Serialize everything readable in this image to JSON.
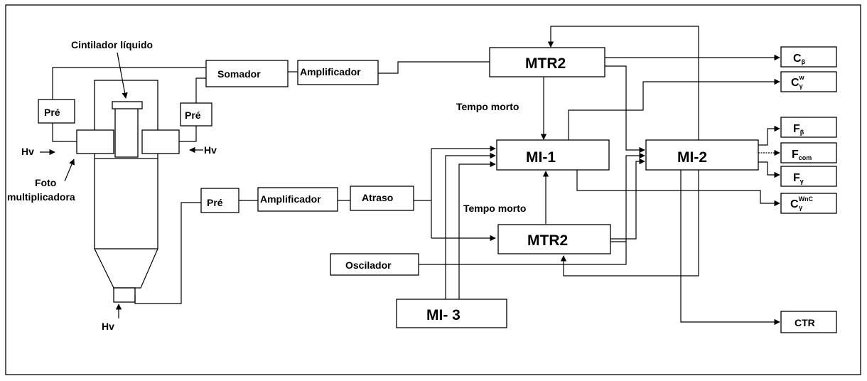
{
  "labels": {
    "cintilador": "Cintilador líquido",
    "somador": "Somador",
    "amplificador_top": "Amplificador",
    "mtr2_top": "MTR2",
    "pre_left": "Pré",
    "pre_right": "Pré",
    "pre_mid": "Pré",
    "amplificador_mid": "Amplificador",
    "atraso": "Atraso",
    "hv_left": "Hv",
    "hv_right": "Hv",
    "hv_bottom": "Hv",
    "foto": "Foto",
    "multiplicadora": "multiplicadora",
    "tempo_morto_1": "Tempo morto",
    "tempo_morto_2": "Tempo morto",
    "mi1": "MI-1",
    "mi2": "MI-2",
    "mtr2_bottom": "MTR2",
    "oscilador": "Oscilador",
    "mi3": "MI- 3",
    "ctr": "CTR"
  },
  "outputs": {
    "c_beta": {
      "main": "C",
      "sub": "β",
      "sup": ""
    },
    "c_gamma_w": {
      "main": "C",
      "sub": "γ",
      "sup": "w"
    },
    "f_beta": {
      "main": "F",
      "sub": "β",
      "sup": ""
    },
    "f_com": {
      "main": "F",
      "sub": "com",
      "sup": ""
    },
    "f_gamma": {
      "main": "F",
      "sub": "γ",
      "sup": ""
    },
    "c_gamma_wnc": {
      "main": "C",
      "sub": "γ",
      "sup": "WnC"
    }
  }
}
